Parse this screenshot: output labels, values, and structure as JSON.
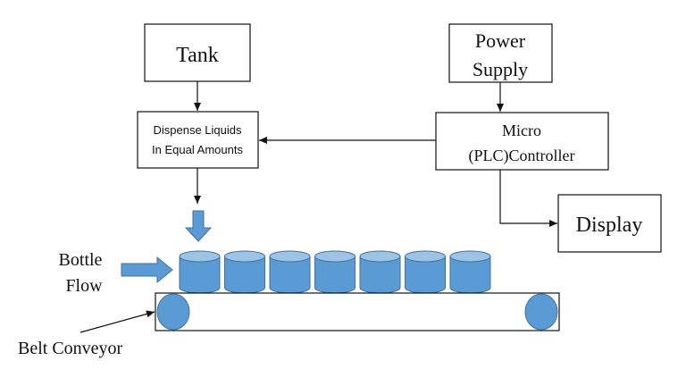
{
  "diagram": {
    "tank": {
      "label": "Tank"
    },
    "power_supply": {
      "line1": "Power",
      "line2": "Supply"
    },
    "dispenser": {
      "line1": "Dispense Liquids",
      "line2": "In Equal Amounts"
    },
    "controller": {
      "line1": "Micro",
      "line2": "(PLC)Controller"
    },
    "display": {
      "label": "Display"
    },
    "bottle_flow": {
      "line1": "Bottle",
      "line2": "Flow"
    },
    "belt_conveyor": {
      "label": "Belt Conveyor"
    },
    "bottle_count": 7,
    "colors": {
      "bottle_fill": "#5b9bd5",
      "bottle_top": "#9dc3e6",
      "bottle_stroke": "#41719c",
      "line": "#111111"
    }
  }
}
